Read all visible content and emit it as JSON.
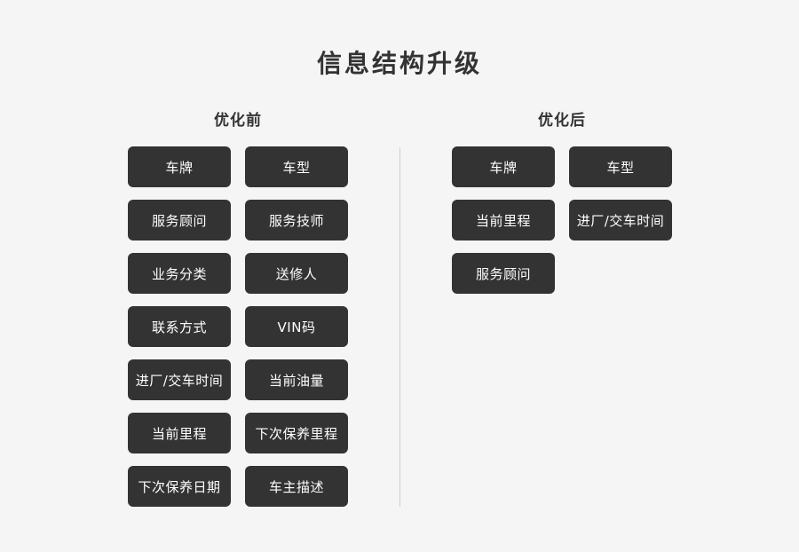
{
  "page": {
    "title": "信息结构升级",
    "background_color": "#f5f5f5"
  },
  "colors": {
    "box_background": "#333333",
    "box_text": "#ffffff",
    "heading_text": "#333333",
    "divider": "#cccccc"
  },
  "before": {
    "heading": "优化前",
    "items": [
      "车牌",
      "车型",
      "服务顾问",
      "服务技师",
      "业务分类",
      "送修人",
      "联系方式",
      "VIN码",
      "进厂/交车时间",
      "当前油量",
      "当前里程",
      "下次保养里程",
      "下次保养日期",
      "车主描述"
    ]
  },
  "after": {
    "heading": "优化后",
    "items": [
      "车牌",
      "车型",
      "当前里程",
      "进厂/交车时间",
      "服务顾问"
    ]
  }
}
